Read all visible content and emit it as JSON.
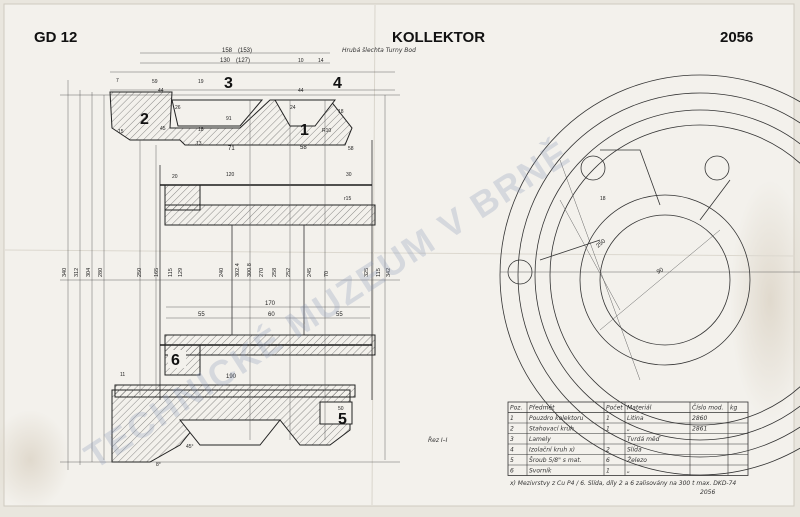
{
  "header": {
    "left_code": "GD 12",
    "title": "KOLLEKTOR",
    "drawing_number": "2056"
  },
  "watermark": "TECHNICKÉ MUZEUM V BRNĚ",
  "top_note": "Hrubá šlechta Turny Bod",
  "part_numbers": [
    "1",
    "2",
    "3",
    "4",
    "5",
    "6"
  ],
  "top_dims": [
    "158",
    "(153)",
    "130",
    "(127)",
    "10",
    "14",
    "7",
    "59",
    "44",
    "19",
    "44",
    "26",
    "24",
    "91",
    "45",
    "15",
    "18",
    "13",
    "71",
    "58",
    "58",
    "20",
    "120",
    "30",
    "r15",
    "11",
    "190",
    "50",
    "45°",
    "8°",
    "R10",
    "18"
  ],
  "vertical_dims": [
    "340",
    "312",
    "304",
    "280",
    "250",
    "165",
    "115",
    "129",
    "240",
    "302.4",
    "300.8",
    "270",
    "258",
    "252",
    "245",
    "70",
    "325",
    "115",
    "342"
  ],
  "horizontal_dims": [
    "170",
    "55",
    "60",
    "55"
  ],
  "view_dims": [
    "250",
    "90",
    "18"
  ],
  "view_label": "Řez I–I",
  "bom": {
    "headers": [
      "Poz.",
      "Předmět",
      "Počet",
      "Materiál",
      "Číslo mod.",
      "kg"
    ],
    "rows": [
      [
        "1",
        "Pouzdro kolektoru",
        "1",
        "Litina",
        "2860",
        ""
      ],
      [
        "2",
        "Stahovací kruh",
        "1",
        "„",
        "2861",
        ""
      ],
      [
        "3",
        "Lamely",
        "",
        "Tvrdá měď",
        "",
        ""
      ],
      [
        "4",
        "Izolační kruh  x)",
        "2",
        "Slída",
        "",
        ""
      ],
      [
        "5",
        "Šroub 5/8\" s mat.",
        "6",
        "Železo",
        "",
        ""
      ],
      [
        "6",
        "Svorník",
        "1",
        "„",
        "",
        ""
      ]
    ],
    "footnote": "x) Mezivrstvy z Cu P4 / 6. Slída, díly 2 a 6 zalisovány na 300 t max. DKD-74",
    "footnote_sub": "2056"
  }
}
